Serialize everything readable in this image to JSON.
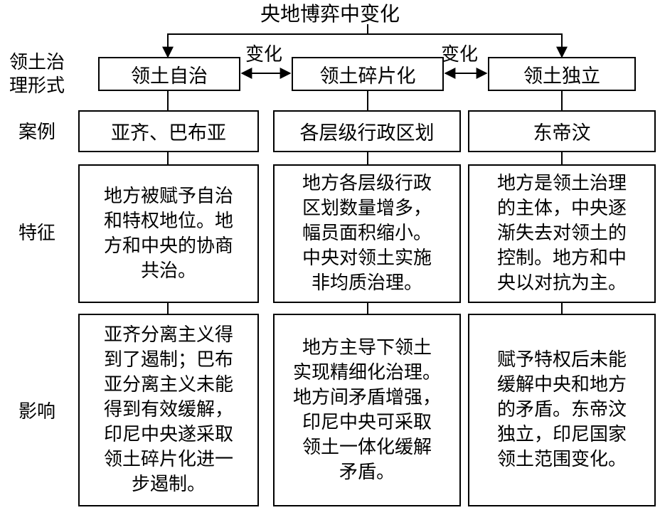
{
  "title": "央地博弈中变化",
  "arrow_labels": {
    "left": "变化",
    "right": "变化"
  },
  "row_labels": {
    "form": [
      "领土治",
      "理形式"
    ],
    "case": "案例",
    "feature": "特征",
    "impact": "影响"
  },
  "columns": [
    {
      "form": "领土自治",
      "case": "亚齐、巴布亚",
      "feature": [
        "地方被赋予自治",
        "和特权地位。地",
        "方和中央的协商",
        "共治。"
      ],
      "impact": [
        "亚齐分离主义得",
        "到了遏制；巴布",
        "亚分离主义未能",
        "得到有效缓解，",
        "印尼中央遂采取",
        "领土碎片化进一",
        "步遏制。"
      ]
    },
    {
      "form": "领土碎片化",
      "case": "各层级行政区划",
      "feature": [
        "地方各层级行政",
        "区划数量增多，",
        "幅员面积缩小。",
        "中央对领土实施",
        "非均质治理。"
      ],
      "impact": [
        "地方主导下领土",
        "实现精细化治理。",
        "地方间矛盾增强，",
        "印尼中央可采取",
        "领土一体化缓解",
        "矛盾。"
      ]
    },
    {
      "form": "领土独立",
      "case": "东帝汶",
      "feature": [
        "地方是领土治理",
        "的主体，中央逐",
        "渐失去对领土的",
        "控制。地方和中",
        "央以对抗为主。"
      ],
      "impact": [
        "赋予特权后未能",
        "缓解中央和地方",
        "的矛盾。东帝汶",
        "独立，印尼国家",
        "领土范围变化。"
      ]
    }
  ]
}
